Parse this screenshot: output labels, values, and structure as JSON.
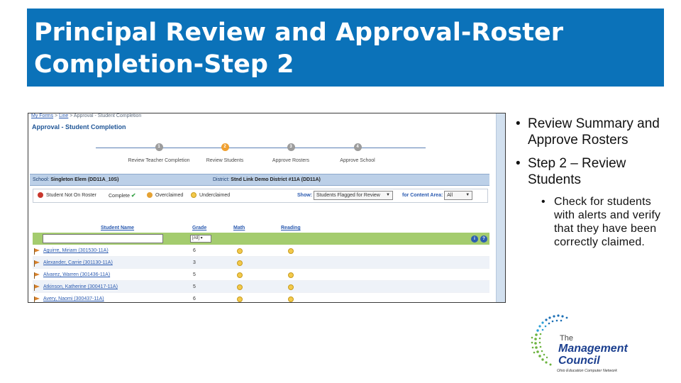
{
  "slide": {
    "title_line1": "Principal Review and Approval-Roster",
    "title_line2": "Completion-Step 2"
  },
  "screenshot": {
    "breadcrumb": {
      "home": "My Forms",
      "sep1": " > ",
      "link": "Line",
      "sep2": " > ",
      "current": "Approval - Student Completion"
    },
    "page_title": "Approval - Student Completion",
    "steps": [
      {
        "number": "1",
        "label": "Review Teacher Completion"
      },
      {
        "number": "2",
        "label": "Review Students"
      },
      {
        "number": "3",
        "label": "Approve Rosters"
      },
      {
        "number": "4",
        "label": "Approve School"
      }
    ],
    "active_step": 2,
    "school_label": "School:",
    "school_value": "Singleton Elem (DD11A_10S)",
    "district_label": "District:",
    "district_value": "Stnd Link Demo District #11A (DD11A)",
    "legend": {
      "not_on_roster": "Student Not On Roster",
      "complete": "Complete",
      "overclaimed": "Overclaimed",
      "underclaimed": "Underclaimed"
    },
    "show_label": "Show:",
    "show_value": "Students Flagged for Review",
    "content_area_label": "for Content Area:",
    "content_area_value": "All",
    "columns": {
      "student_name": "Student Name",
      "grade": "Grade",
      "math": "Math",
      "reading": "Reading"
    },
    "grade_filter": "[All]",
    "rows": [
      {
        "name": "Aguirre, Miriam (301530-11A)",
        "grade": "6",
        "math": true,
        "reading": true
      },
      {
        "name": "Alexander, Carrie (301130-11A)",
        "grade": "3",
        "math": true,
        "reading": false
      },
      {
        "name": "Alvarez, Warren (301436-11A)",
        "grade": "5",
        "math": true,
        "reading": true
      },
      {
        "name": "Atkinson, Katherine (300417-11A)",
        "grade": "5",
        "math": true,
        "reading": true
      },
      {
        "name": "Avery, Naomi (300437-11A)",
        "grade": "6",
        "math": true,
        "reading": true
      }
    ],
    "colors": {
      "not_on_roster": "#c8372d",
      "overclaimed": "#e5a233",
      "underclaimed": "#f3c94a",
      "header_row": "#a4cc6e",
      "info_bar": "#bcd0e8"
    }
  },
  "bullets": [
    {
      "level": 1,
      "text": "Review Summary and Approve Rosters"
    },
    {
      "level": 1,
      "text": "Step 2 – Review Students"
    },
    {
      "level": 2,
      "text": "Check for students with alerts and verify that they have been correctly claimed."
    }
  ],
  "logo": {
    "the": "The",
    "line1": "Management",
    "line2": "Council",
    "tagline": "Ohio Education Computer Network"
  },
  "theme": {
    "title_bg": "#0b72b9",
    "logo_blue": "#1b3f8f",
    "logo_green": "#6cb33f"
  }
}
